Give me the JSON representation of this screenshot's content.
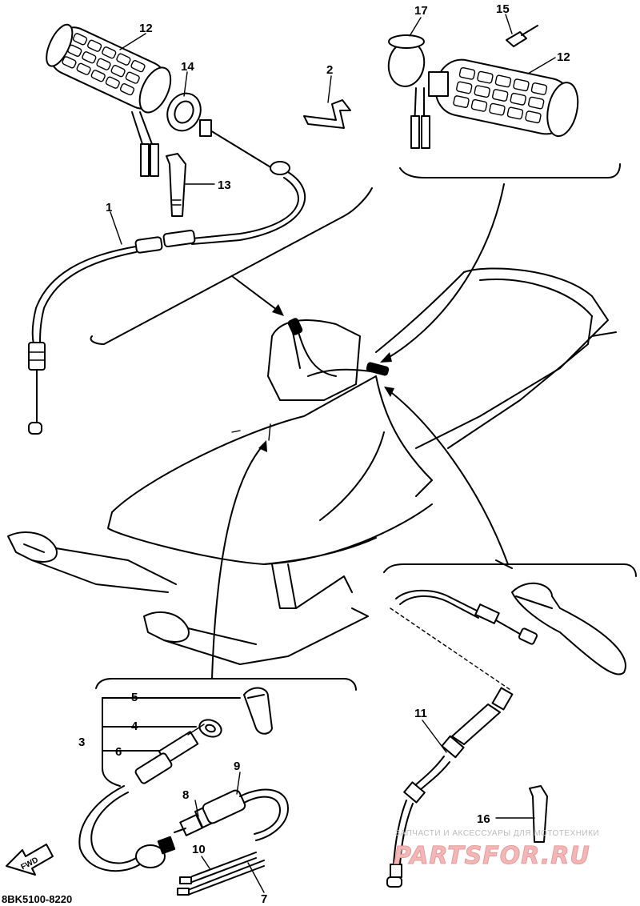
{
  "diagram_code": "8BK5100-8220",
  "fwd_label": "FWD",
  "watermark": {
    "subtitle": "ЗАПЧАСТИ И АКСЕССУАРЫ ДЛЯ МОТОТЕХНИКИ",
    "logo": "PARTSFOR.RU"
  },
  "callouts": {
    "c1": "1",
    "c2": "2",
    "c3": "3",
    "c4": "4",
    "c5": "5",
    "c6": "6",
    "c7": "7",
    "c8": "8",
    "c9": "9",
    "c10": "10",
    "c11": "11",
    "c12a": "12",
    "c12b": "12",
    "c13": "13",
    "c14": "14",
    "c15": "15",
    "c16": "16",
    "c17": "17"
  }
}
